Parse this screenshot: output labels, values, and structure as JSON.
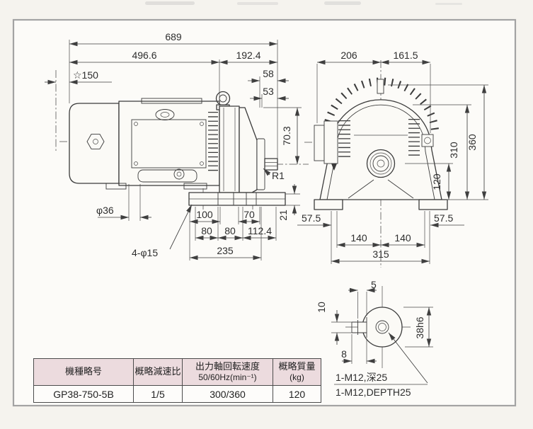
{
  "drawing": {
    "side": {
      "d689": "689",
      "d496": "496.6",
      "d192": "192.4",
      "star150": "☆150",
      "d58": "58",
      "d53": "53",
      "d703": "70.3",
      "r1": "R1",
      "phi36": "φ36",
      "holes": "4-φ15",
      "d100": "100",
      "d70": "70",
      "d80a": "80",
      "d80b": "80",
      "d1124": "112.4",
      "d21": "21",
      "d235": "235"
    },
    "front": {
      "d206": "206",
      "d1615": "161.5",
      "d360": "360",
      "d310": "310",
      "d120": "120",
      "d575l": "57.5",
      "d575r": "57.5",
      "d140l": "140",
      "d140r": "140",
      "d315": "315"
    },
    "shaft": {
      "d5": "5",
      "d10": "10",
      "d8": "8",
      "d38": "38h6",
      "note_jp": "1-M12,深25",
      "note_en": "1-M12,DEPTH25"
    }
  },
  "table": {
    "headers": {
      "model": "機種略号",
      "ratio": "概略減速比",
      "speed1": "出力軸回転速度",
      "speed2": "50/60Hz(min⁻¹)",
      "mass1": "概略質量",
      "mass2": "(kg)"
    },
    "row": {
      "model": "GP38-750-5B",
      "ratio": "1/5",
      "speed": "300/360",
      "mass": "120"
    }
  }
}
